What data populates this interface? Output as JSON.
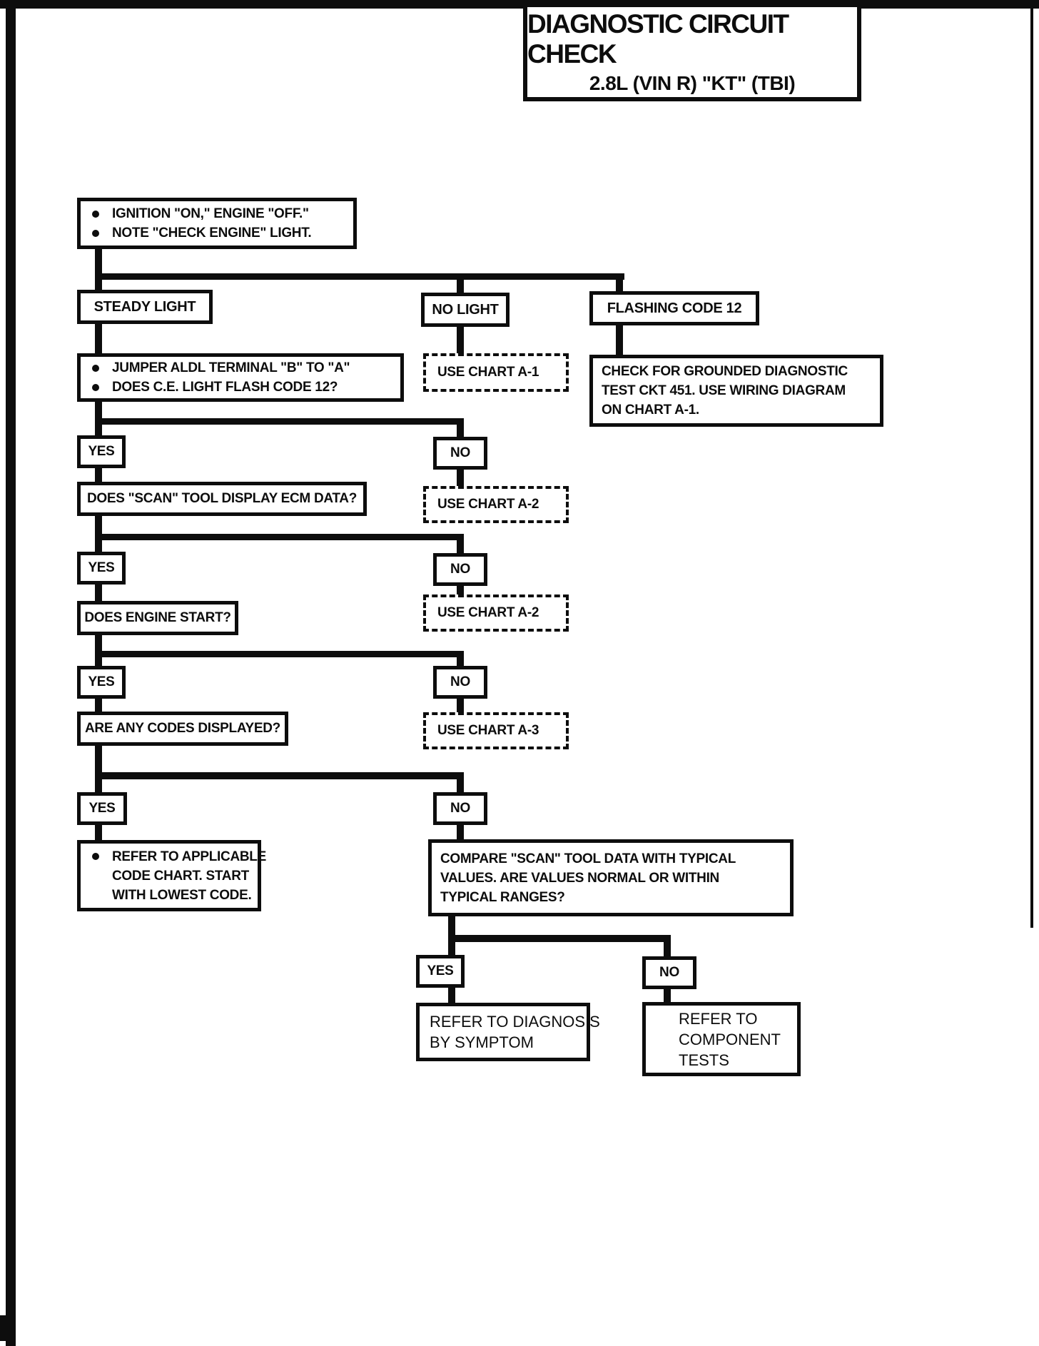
{
  "page": {
    "title": "DIAGNOSTIC CIRCUIT CHECK",
    "subtitle": "2.8L  (VIN R)  \"KT\"  (TBI)"
  },
  "colors": {
    "ink": "#0d0d0d",
    "paper": "#ffffff"
  },
  "flowchart": {
    "start": {
      "line1": "IGNITION \"ON,\" ENGINE  \"OFF.\"",
      "line2": "NOTE \"CHECK ENGINE\" LIGHT."
    },
    "branch_steady": "STEADY LIGHT",
    "branch_no_light": "NO LIGHT",
    "branch_flashing": "FLASHING CODE 12",
    "use_chart_a1": "USE CHART A-1",
    "check_grounded": {
      "line1": "CHECK FOR GROUNDED DIAGNOSTIC",
      "line2": "TEST CKT 451.  USE WIRING DIAGRAM",
      "line3": "ON CHART A-1."
    },
    "jumper": {
      "line1": "JUMPER  ALDL TERMINAL \"B\" TO \"A\"",
      "line2": "DOES C.E. LIGHT FLASH CODE 12?"
    },
    "yes": "YES",
    "no": "NO",
    "scan_tool": "DOES \"SCAN\" TOOL DISPLAY ECM DATA?",
    "use_chart_a2": "USE CHART A-2",
    "engine_start": "DOES ENGINE START?",
    "codes_displayed": "ARE ANY CODES DISPLAYED?",
    "use_chart_a3": "USE CHART A-3",
    "refer_code_chart": {
      "line1": "REFER TO APPLICABLE",
      "line2": "CODE CHART.  START",
      "line3": "WITH LOWEST CODE."
    },
    "compare": {
      "line1": "COMPARE \"SCAN\" TOOL DATA WITH TYPICAL",
      "line2": "VALUES.  ARE VALUES NORMAL OR WITHIN",
      "line3": "TYPICAL RANGES?"
    },
    "diagnosis_symptom": {
      "line1": "REFER TO DIAGNOSIS",
      "line2": "BY SYMPTOM"
    },
    "component_tests": {
      "line1": "REFER TO",
      "line2": "COMPONENT",
      "line3": "TESTS"
    }
  }
}
